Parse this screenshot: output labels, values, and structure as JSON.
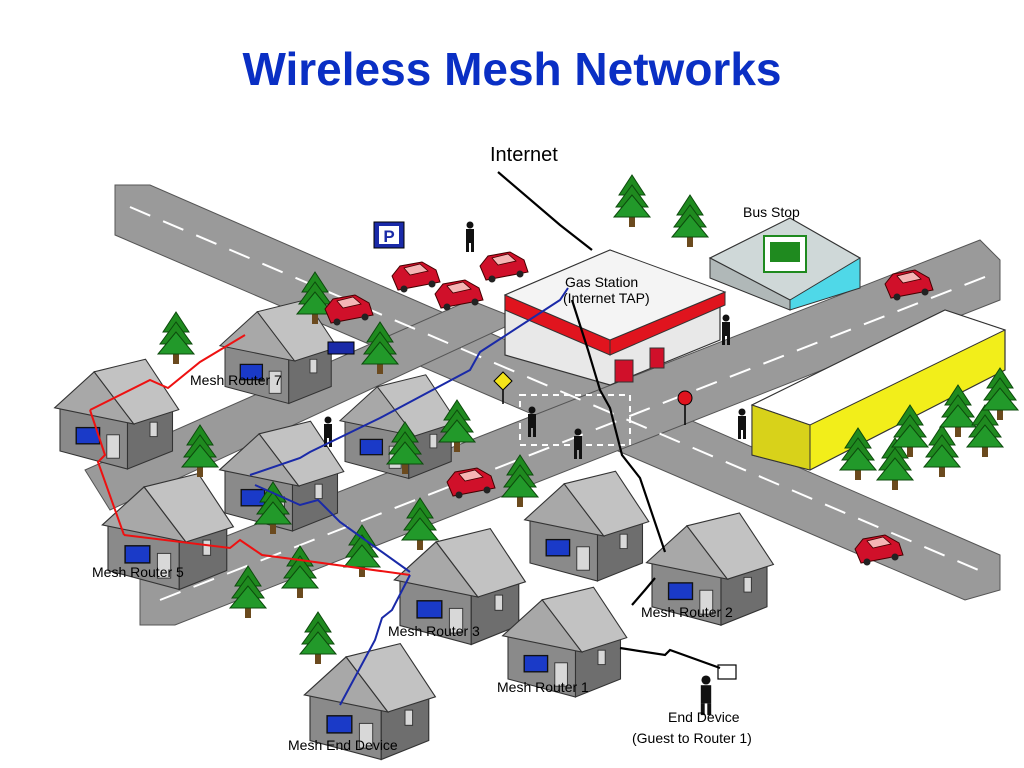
{
  "title": "Wireless Mesh Networks",
  "labels": {
    "internet": "Internet",
    "bus_stop": "Bus Stop",
    "gas_station": "Gas Station",
    "internet_tap": "(Internet TAP)",
    "router_1": "Mesh Router 1",
    "router_2": "Mesh Router 2",
    "router_3": "Mesh Router 3",
    "router_5": "Mesh Router 5",
    "router_7": "Mesh Router 7",
    "mesh_end_device": "Mesh End Device",
    "end_device": "End Device",
    "end_device_note": "(Guest to Router 1)",
    "parking_sign": "P"
  },
  "colors": {
    "title": "#0a2fc4",
    "road": "#9a9a9a",
    "house": "#8c8c8c",
    "tree": "#1f8a1f",
    "car": "#d0102a",
    "link_red": "#ee1111",
    "link_blue": "#1a2aa8",
    "link_black": "#000000",
    "bus": "#f2ee1a"
  }
}
